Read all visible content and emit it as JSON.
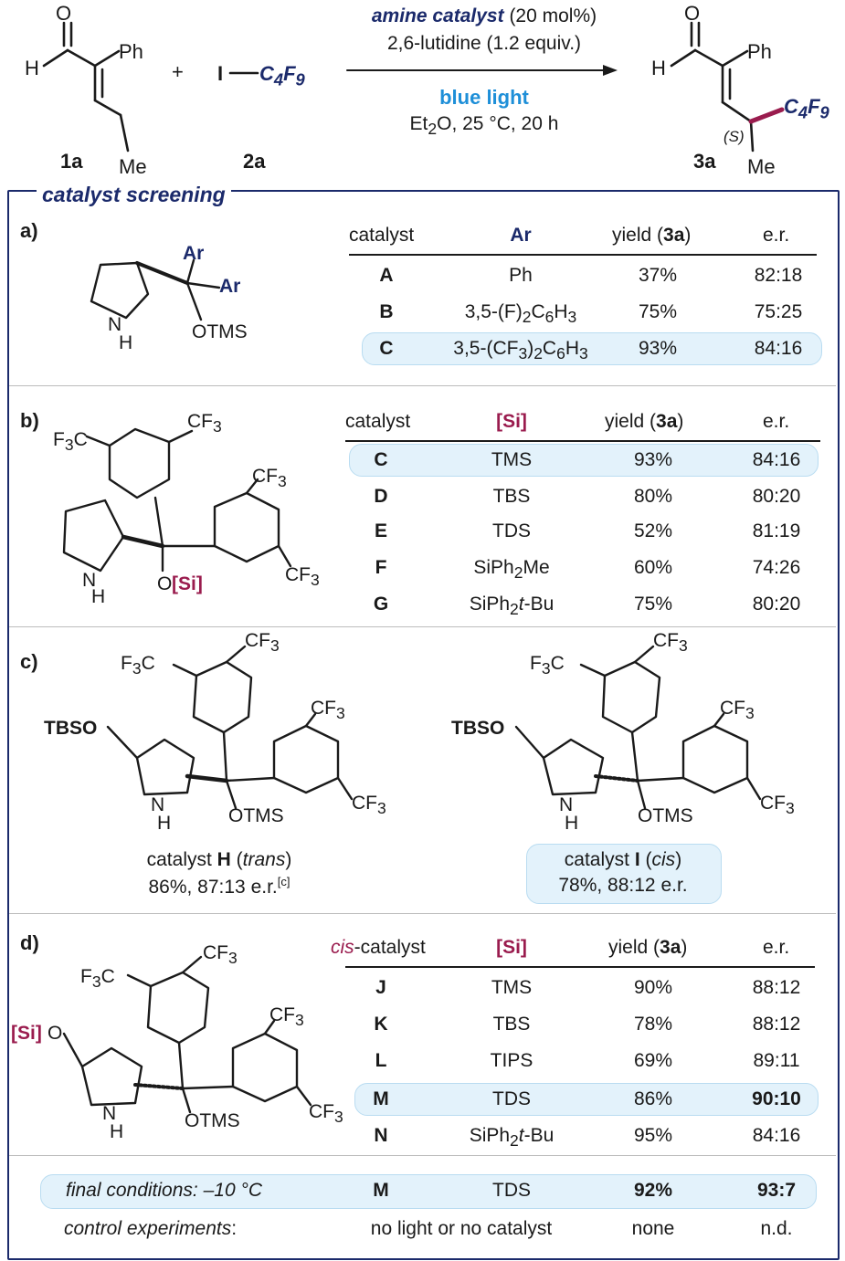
{
  "scheme": {
    "reactant1_label": "1a",
    "reactant2_label": "2a",
    "product_label": "3a",
    "plus": "+",
    "h": "H",
    "o": "O",
    "ph": "Ph",
    "me": "Me",
    "iodo": "I",
    "c4f9": "C4F9",
    "stereo": "(S)",
    "cond_catalyst": "amine catalyst",
    "cond_catalyst_amount": "(20 mol%)",
    "cond_base": "2,6-lutidine (1.2 equiv.)",
    "cond_light": "blue light",
    "cond_solvent": "Et2O, 25 °C, 20 h"
  },
  "screening_title": "catalyst screening",
  "panel_a": {
    "label": "a)",
    "struct": {
      "ar1": "Ar",
      "ar2": "Ar",
      "nh_n": "N",
      "nh_h": "H",
      "otms": "OTMS"
    },
    "headers": [
      "catalyst",
      "Ar",
      "yield (3a)",
      "e.r."
    ],
    "rows": [
      {
        "catalyst": "A",
        "ar": "Ph",
        "yield": "37%",
        "er": "82:18"
      },
      {
        "catalyst": "B",
        "ar": "3,5-(F)2C6H3",
        "yield": "75%",
        "er": "75:25"
      },
      {
        "catalyst": "C",
        "ar": "3,5-(CF3)2C6H3",
        "yield": "93%",
        "er": "84:16"
      }
    ]
  },
  "panel_b": {
    "label": "b)",
    "struct": {
      "cf3_a": "CF3",
      "f3c": "F3C",
      "cf3_b": "CF3",
      "cf3_c": "CF3",
      "nh_n": "N",
      "nh_h": "H",
      "o": "O",
      "si": "[Si]"
    },
    "headers": [
      "catalyst",
      "[Si]",
      "yield (3a)",
      "e.r."
    ],
    "rows": [
      {
        "catalyst": "C",
        "si": "TMS",
        "yield": "93%",
        "er": "84:16"
      },
      {
        "catalyst": "D",
        "si": "TBS",
        "yield": "80%",
        "er": "80:20"
      },
      {
        "catalyst": "E",
        "si": "TDS",
        "yield": "52%",
        "er": "81:19"
      },
      {
        "catalyst": "F",
        "si": "SiPh2Me",
        "yield": "60%",
        "er": "74:26"
      },
      {
        "catalyst": "G",
        "si": "SiPh2t-Bu",
        "yield": "75%",
        "er": "80:20"
      }
    ]
  },
  "panel_c": {
    "label": "c)",
    "struct": {
      "tbso": "TBSO",
      "cf3": "CF3",
      "f3c": "F3C",
      "nh_n": "N",
      "nh_h": "H",
      "otms": "OTMS"
    },
    "catalyst_h": {
      "prefix": "catalyst",
      "id": "H",
      "stereo": "trans",
      "result": "86%, 87:13 e.r.",
      "footnote": "[c]"
    },
    "catalyst_i": {
      "prefix": "catalyst",
      "id": "I",
      "stereo": "cis",
      "result": "78%, 88:12 e.r."
    }
  },
  "panel_d": {
    "label": "d)",
    "struct": {
      "si": "[Si]",
      "o": "O",
      "cf3": "CF3",
      "f3c": "F3C",
      "nh_n": "N",
      "nh_h": "H",
      "otms": "OTMS"
    },
    "headers": [
      "cis-catalyst",
      "[Si]",
      "yield (3a)",
      "e.r."
    ],
    "rows": [
      {
        "catalyst": "J",
        "si": "TMS",
        "yield": "90%",
        "er": "88:12"
      },
      {
        "catalyst": "K",
        "si": "TBS",
        "yield": "78%",
        "er": "88:12"
      },
      {
        "catalyst": "L",
        "si": "TIPS",
        "yield": "69%",
        "er": "89:11"
      },
      {
        "catalyst": "M",
        "si": "TDS",
        "yield": "86%",
        "er": "90:10"
      },
      {
        "catalyst": "N",
        "si": "SiPh2t-Bu",
        "yield": "95%",
        "er": "84:16"
      }
    ]
  },
  "final": {
    "label": "final conditions: –10 °C",
    "catalyst": "M",
    "si": "TDS",
    "yield": "92%",
    "er": "93:7"
  },
  "control": {
    "label": "control experiments",
    "colon": ":",
    "condition": "no light or no catalyst",
    "yield": "none",
    "er": "n.d."
  },
  "colors": {
    "navy": "#1b2a6b",
    "blue": "#1e8fd8",
    "crimson": "#9a1c4e",
    "highlight": "#e3f2fb"
  }
}
